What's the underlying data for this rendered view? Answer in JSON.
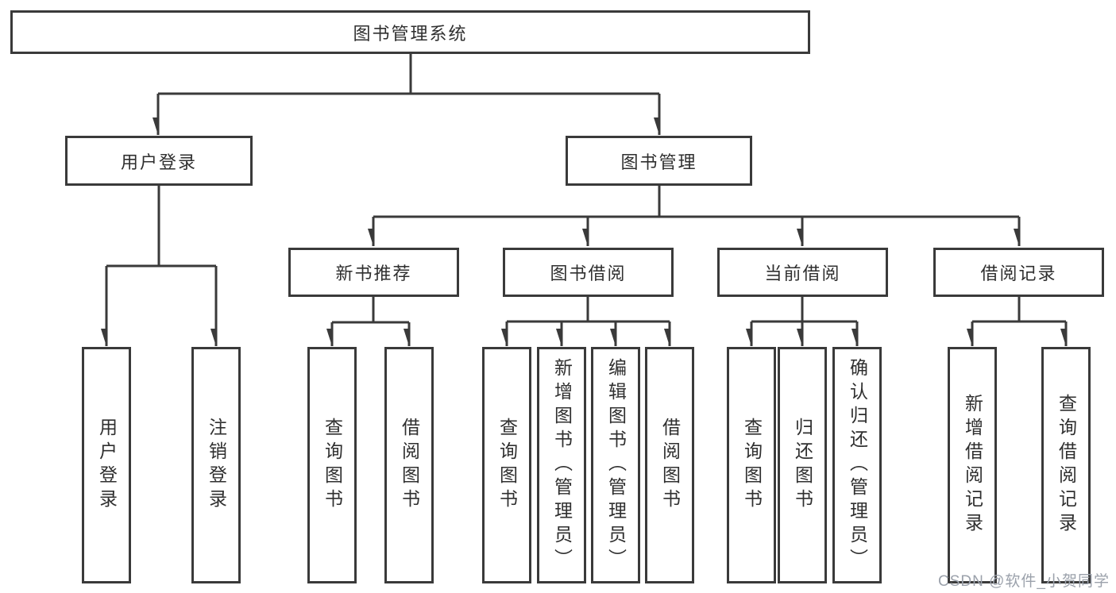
{
  "diagram": {
    "tree": {
      "root": {
        "label": "图书管理系统",
        "children": [
          {
            "label": "用户登录",
            "children": [
              {
                "label": "用户登录"
              },
              {
                "label": "注销登录"
              }
            ]
          },
          {
            "label": "图书管理",
            "children": [
              {
                "label": "新书推荐",
                "children": [
                  {
                    "label": "查询图书"
                  },
                  {
                    "label": "借阅图书"
                  }
                ]
              },
              {
                "label": "图书借阅",
                "children": [
                  {
                    "label": "查询图书"
                  },
                  {
                    "label": "新增图书（管理员）"
                  },
                  {
                    "label": "编辑图书（管理员）"
                  },
                  {
                    "label": "借阅图书"
                  }
                ]
              },
              {
                "label": "当前借阅",
                "children": [
                  {
                    "label": "查询图书"
                  },
                  {
                    "label": "归还图书"
                  },
                  {
                    "label": "确认归还（管理员）"
                  }
                ]
              },
              {
                "label": "借阅记录",
                "children": [
                  {
                    "label": "新增借阅记录"
                  },
                  {
                    "label": "查询借阅记录"
                  }
                ]
              }
            ]
          }
        ]
      }
    },
    "colors": {
      "line": "#3a3a3a",
      "text": "#2f2f2f",
      "background": "#ffffff",
      "watermark_text": "#9ba1ab"
    }
  },
  "watermark": {
    "text": "CSDN @软件_小贺同学"
  }
}
